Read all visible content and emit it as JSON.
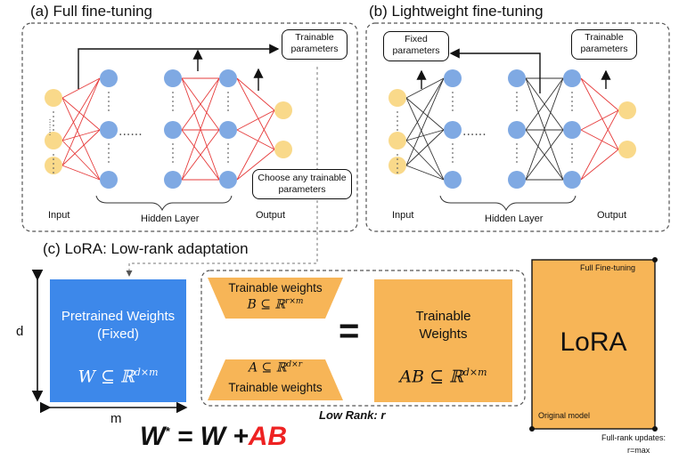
{
  "panel_a": {
    "title": "(a) Full fine-tuning",
    "trainable_box": "Trainable parameters",
    "choose_box": "Choose any trainable parameters",
    "input_label": "Input",
    "hidden_label": "Hidden Layer",
    "output_label": "Output"
  },
  "panel_b": {
    "title": "(b) Lightweight fine-tuning",
    "fixed_box": "Fixed parameters",
    "trainable_box": "Trainable parameters",
    "input_label": "Input",
    "hidden_label": "Hidden Layer",
    "output_label": "Output"
  },
  "panel_c": {
    "title": "(c) LoRA: Low-rank adaptation",
    "dim_d": "d",
    "dim_m": "m",
    "pretrained_label": "Pretrained Weights (Fixed)",
    "pretrained_math": "W ⊆ ℝ^{d×m}",
    "pretrained_math_base": "W ⊆ ℝ",
    "pretrained_math_sup": "d×m",
    "trap_top_label": "Trainable weights",
    "trap_top_math_base": "B ⊆ ℝ",
    "trap_top_math_sup": "r×m",
    "trap_bottom_label": "Trainable weights",
    "trap_bottom_math_base": "A ⊆ ℝ",
    "trap_bottom_math_sup": "d×r",
    "equals": "=",
    "trainable_label": "Trainable Weights",
    "trainable_math_base": "AB ⊆ ℝ",
    "trainable_math_sup": "d×m",
    "low_rank": "Low Rank: r",
    "formula_w_star": "W",
    "formula_star": "*",
    "formula_eq": " = W +",
    "formula_ab": "AB",
    "lora_big": "LoRA",
    "full_ft": "Full Fine-tuning",
    "original_model": "Original model",
    "full_rank_updates": "Full-rank updates:",
    "r_max": "r=max"
  },
  "colors": {
    "node_yellow": "#f9d98a",
    "node_blue": "#7fa9e3",
    "edge_red": "#e63b3b",
    "edge_black": "#333333",
    "pretrained_blue": "#3d88ea",
    "trainable_orange": "#f7b557",
    "formula_red": "#ee2222"
  }
}
